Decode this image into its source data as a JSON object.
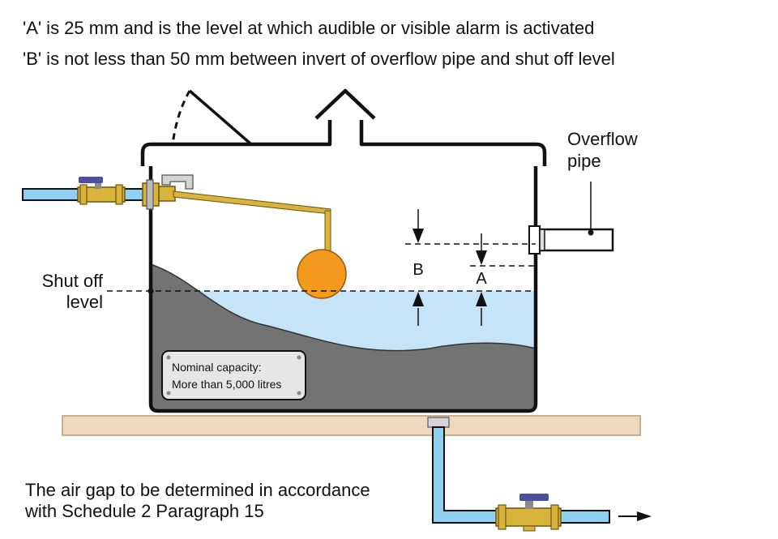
{
  "notes": {
    "a": "'A' is 25 mm and is the level at which audible or visible alarm is activated",
    "b": "'B' is not less than 50 mm between invert of overflow pipe and shut off level"
  },
  "labels": {
    "overflow_line1": "Overflow",
    "overflow_line2": "pipe",
    "shutoff_line1": "Shut off",
    "shutoff_line2": "level",
    "dim_b": "B",
    "dim_a": "A",
    "plaque_line1": "Nominal capacity:",
    "plaque_line2": "More than 5,000 litres",
    "airgap_line1": "The air gap to be determined in accordance",
    "airgap_line2": "with Schedule 2 Paragraph 15"
  },
  "colors": {
    "water": "#c5e4f7",
    "pipe": "#8fd0f0",
    "sediment": "#737373",
    "brass": "#d8b43c",
    "float_ball": "#f39a1e",
    "base": "#efd9bd",
    "valve_handle": "#4b4fa0"
  },
  "icons": {
    "inlet_valve": "ball-valve-icon",
    "outlet_valve": "ball-valve-icon",
    "flow_arrow": "arrow-right-icon"
  }
}
